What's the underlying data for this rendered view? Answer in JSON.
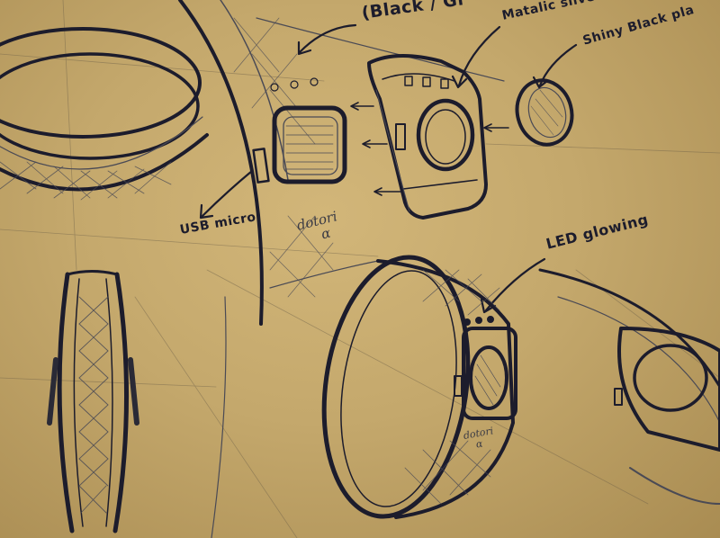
{
  "labels": {
    "colors": "(Black / Gr",
    "metallic": "Matalic silve",
    "shiny": "Shiny Black pla",
    "usb": "USB micro",
    "led": "LED glowing"
  },
  "brand": {
    "name": "dotori",
    "mark": "α",
    "name_small": "dotori",
    "mark_small": "α"
  },
  "colors": {
    "paper": "#c4a86c",
    "ink": "#1c1c2c",
    "pencil": "#4a4a55"
  },
  "icons": [
    "arrow-icon",
    "wristband-sketch",
    "led-dots"
  ]
}
